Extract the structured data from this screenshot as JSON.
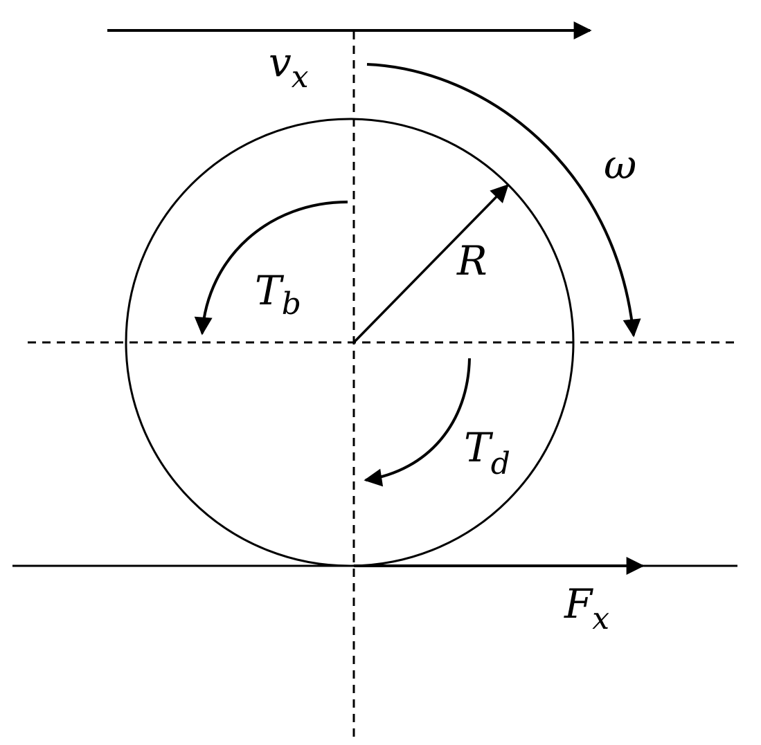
{
  "labels": {
    "velocity": {
      "main": "v",
      "sub": "x"
    },
    "angular_velocity": {
      "main": "ω"
    },
    "radius": {
      "main": "R"
    },
    "brake_torque": {
      "main": "T",
      "sub": "b"
    },
    "drive_torque": {
      "main": "T",
      "sub": "d"
    },
    "longitudinal_force": {
      "main": "F",
      "sub": "x"
    }
  },
  "colors": {
    "stroke": "#000000",
    "background": "#ffffff"
  }
}
